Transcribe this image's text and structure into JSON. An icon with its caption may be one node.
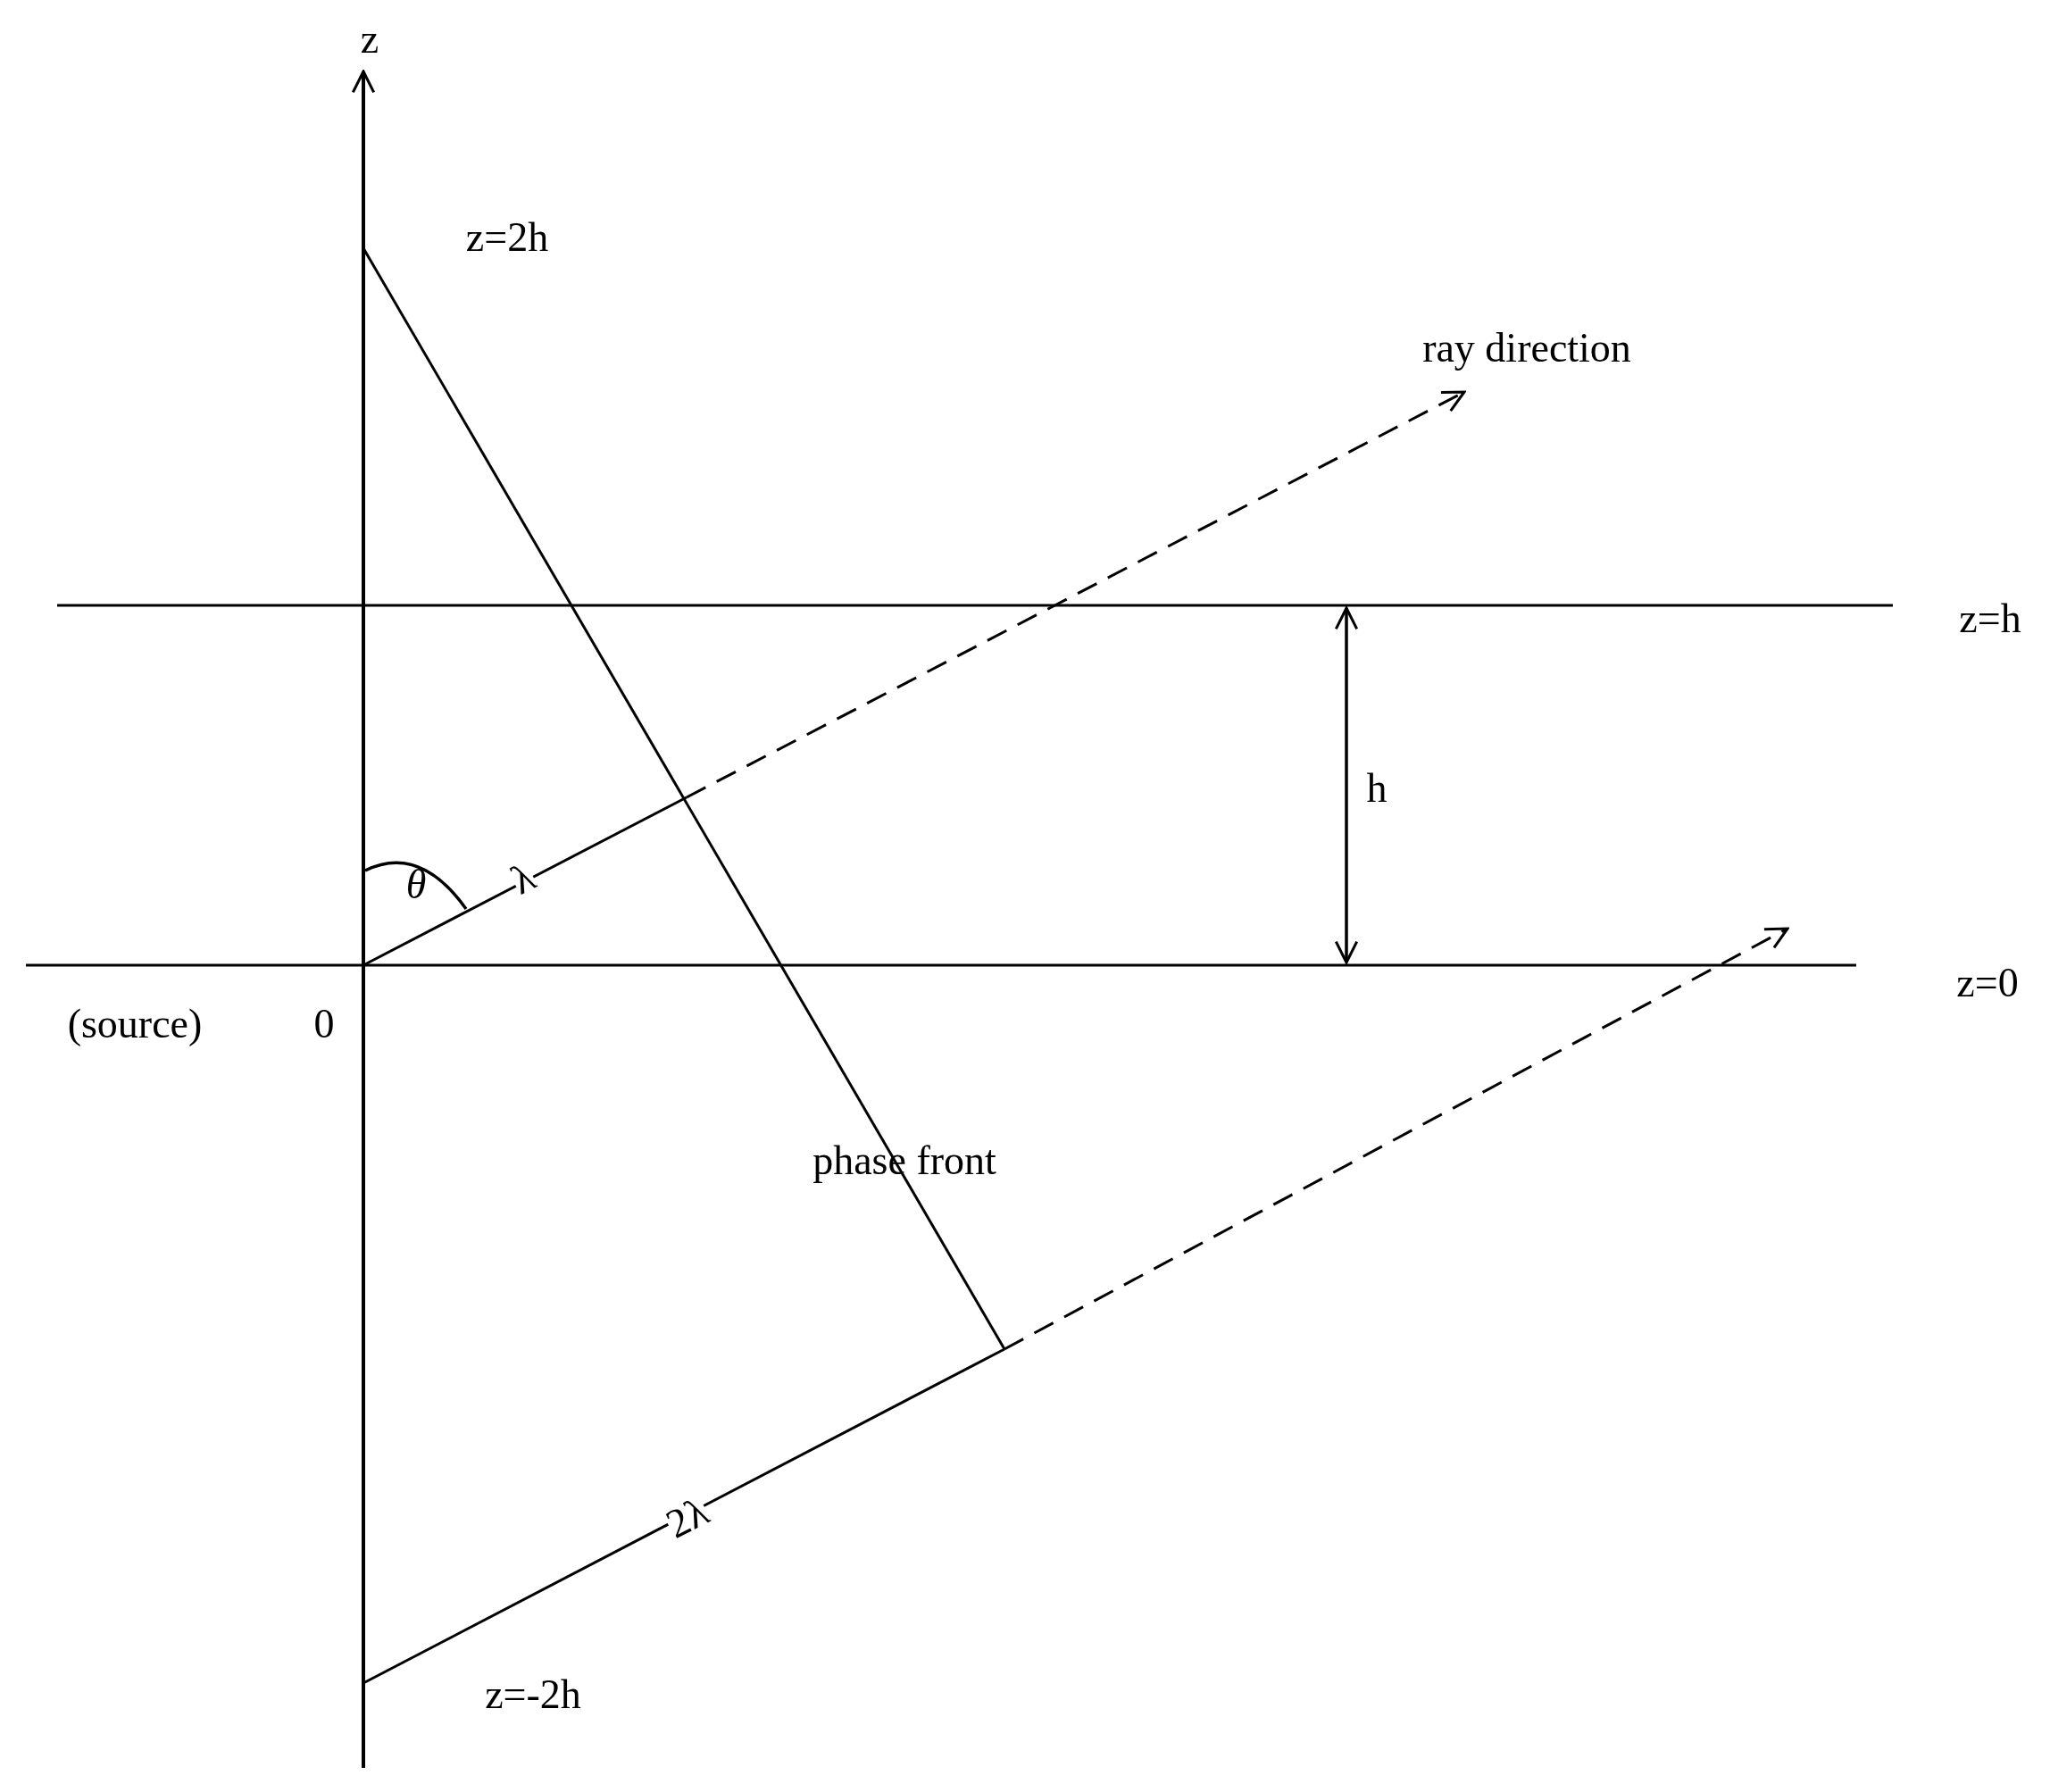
{
  "diagram": {
    "labels": [
      "z",
      "z=2h",
      "ray direction",
      "z=h",
      "h",
      "θ",
      "λ",
      "z=0",
      "(source)",
      "0",
      "phase front",
      "2λ",
      "z=-2h"
    ]
  }
}
